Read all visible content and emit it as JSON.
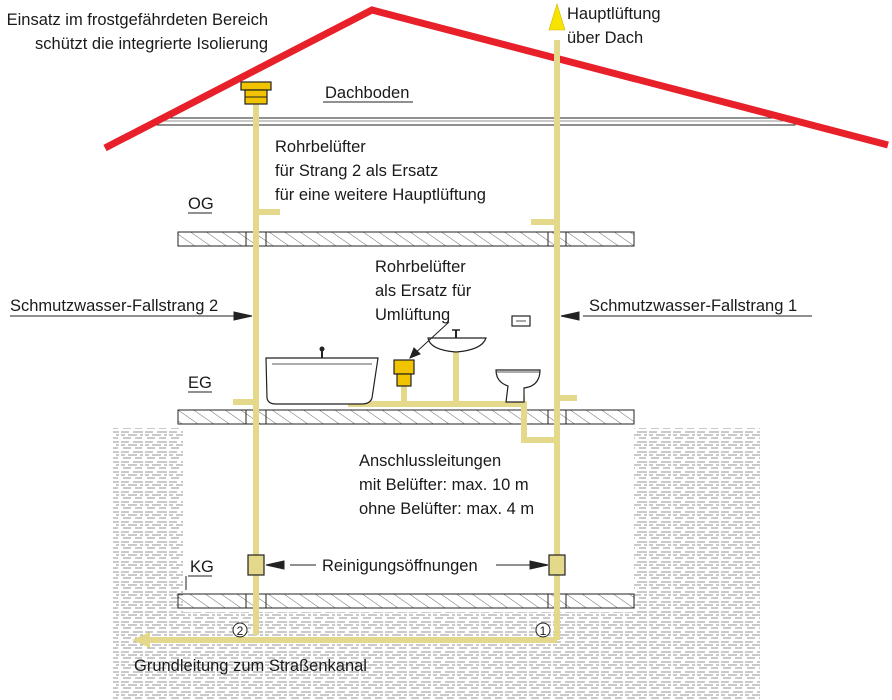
{
  "labels": {
    "frost_note_line1": "Einsatz im frostgefährdeten Bereich",
    "frost_note_line2": "schützt die integrierte Isolierung",
    "main_vent_line1": "Hauptlüftung",
    "main_vent_line2": "über Dach",
    "attic": "Dachboden",
    "vent_strand2_line1": "Rohrbelüfter",
    "vent_strand2_line2": "für Strang 2 als Ersatz",
    "vent_strand2_line3": "für eine weitere Hauptlüftung",
    "floor_og": "OG",
    "floor_eg": "EG",
    "floor_kg": "KG",
    "vent_umlueft_line1": "Rohrbelüfter",
    "vent_umlueft_line2": "als Ersatz für",
    "vent_umlueft_line3": "Umlüftung",
    "stack_2": "Schmutzwasser-Fallstrang 2",
    "stack_1": "Schmutzwasser-Fallstrang 1",
    "connection_line1": "Anschlussleitungen",
    "connection_line2": "mit Belüfter: max. 10 m",
    "connection_line3": "ohne Belüfter: max. 4 m",
    "cleaning": "Reinigungsöffnungen",
    "main_line": "Grundleitung zum Straßenkanal",
    "marker_2": "2",
    "marker_1": "1"
  },
  "colors": {
    "roof": "#e8202a",
    "pipe": "#e4d88a",
    "vent_valve": "#f2c400",
    "arrow": "#f7e300",
    "ink": "#1a1a1a",
    "brick": "#8a8a8a"
  }
}
